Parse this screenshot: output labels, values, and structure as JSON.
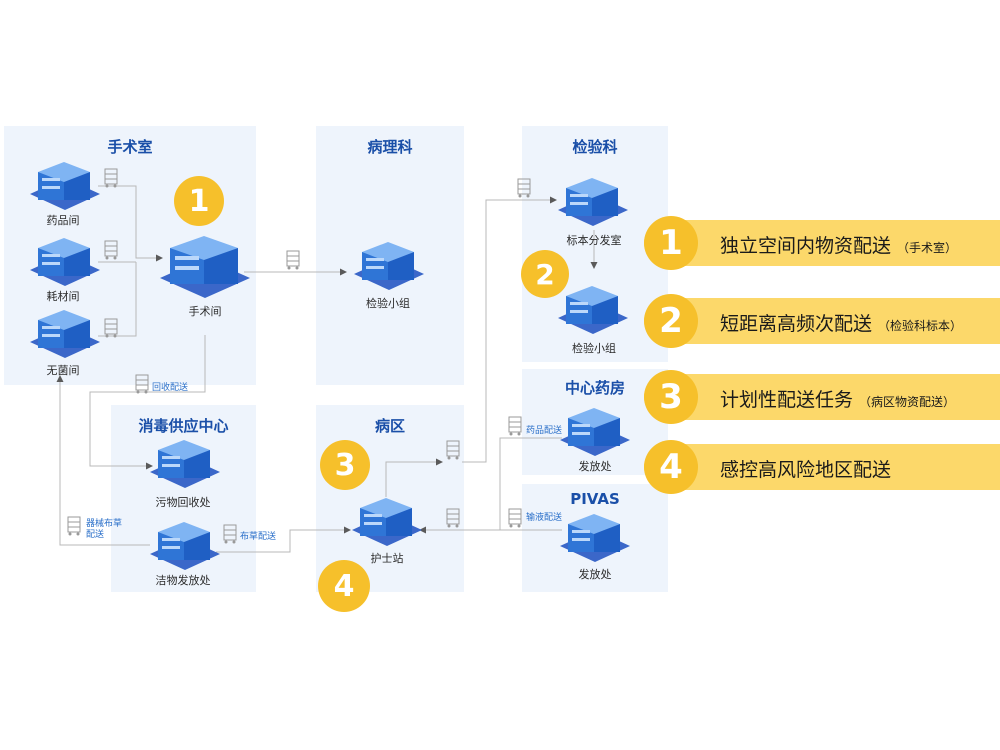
{
  "panels": {
    "operating_room": "手术室",
    "pathology": "病理科",
    "laboratory": "检验科",
    "disinfection": "消毒供应中心",
    "ward": "病区",
    "central_pharmacy": "中心药房",
    "pivas": "PIVAS"
  },
  "nodes": {
    "pharmacy_room": "药品间",
    "supplies_room": "耗材间",
    "sterile_room": "无菌间",
    "surgery_room": "手术间",
    "path_test_group": "检验小组",
    "specimen_dispatch": "标本分发室",
    "lab_test_group": "检验小组",
    "waste_recovery": "污物回收处",
    "clean_dispatch": "洁物发放处",
    "nurse_station": "护士站",
    "pharmacy_dispatch": "发放处",
    "pivas_dispatch": "发放处"
  },
  "edge_labels": {
    "recovery": "回收配送",
    "instruments": "器械布草\n配送",
    "linen": "布草配送",
    "medicine": "药品配送",
    "infusion": "输液配送"
  },
  "markers": [
    "1",
    "2",
    "3",
    "4"
  ],
  "legend": [
    {
      "num": "1",
      "main": "独立空间内物资配送",
      "sub": "（手术室）"
    },
    {
      "num": "2",
      "main": "短距离高频次配送",
      "sub": "（检验科标本）"
    },
    {
      "num": "3",
      "main": "计划性配送任务",
      "sub": "（病区物资配送）"
    },
    {
      "num": "4",
      "main": "感控高风险地区配送",
      "sub": ""
    }
  ],
  "colors": {
    "accent_yellow": "#f6c02b",
    "bar_yellow": "#fcd86a",
    "title_blue": "#1a4fa8",
    "panel_bg": "#eef4fc"
  }
}
